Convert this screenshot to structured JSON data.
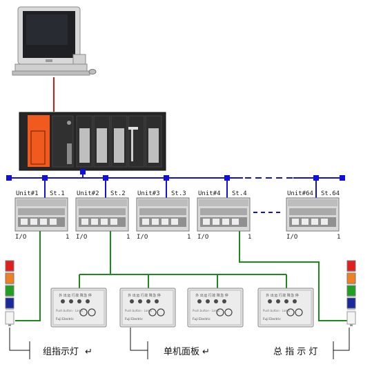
{
  "colors": {
    "network": "#1010d8",
    "field": "#1a8a1a",
    "pc_link": "#d11a1a",
    "plc_cpu": "#f05a1e",
    "plc_body": "#262626"
  },
  "stations": [
    {
      "unit": "Unit#1",
      "st": "St.1",
      "io": "I/O",
      "num": "1"
    },
    {
      "unit": "Unit#2",
      "st": "St.2",
      "io": "I/O",
      "num": "1"
    },
    {
      "unit": "Unit#3",
      "st": "St.3",
      "io": "I/O",
      "num": "1"
    },
    {
      "unit": "Unit#4",
      "st": "St.4",
      "io": "I/O",
      "num": "1"
    },
    {
      "unit": "Unit#64",
      "st": "St.64",
      "io": "I/O",
      "num": "1"
    }
  ],
  "panel": {
    "button_labels": [
      "外 出",
      "运 行",
      "故 障",
      "急 停"
    ],
    "caption": "Push button  ·  Lamp",
    "brand": "Fuji Electric"
  },
  "stack_light": {
    "colors": [
      "#e02020",
      "#f08020",
      "#20a020",
      "#1a2a9c"
    ]
  },
  "labels": {
    "group_indicator": "组指示灯",
    "unit_panel": "单机面板",
    "master_indicator": "总 指 示 灯",
    "return_mark": "↵"
  }
}
